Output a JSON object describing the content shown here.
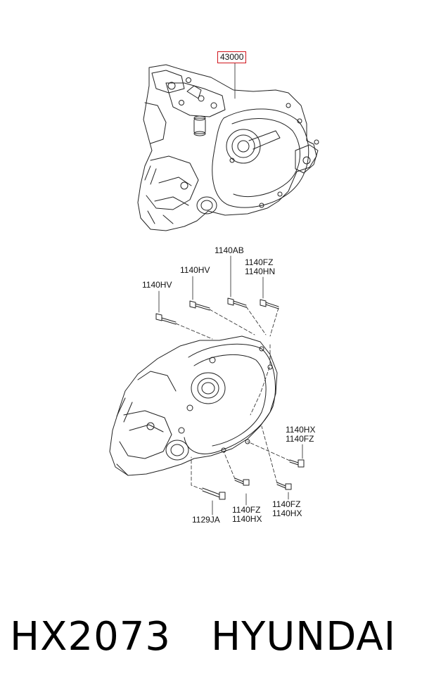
{
  "callouts": {
    "transaxle": "43000",
    "bolt_hv_left": "1140HV",
    "bolt_hv_mid": "1140HV",
    "bolt_ab": "1140AB",
    "bolt_fz_top": "1140FZ",
    "bolt_hn": "1140HN",
    "bolt_hx_right": "1140HX",
    "bolt_fz_right": "1140FZ",
    "bolt_fz_b1": "1140FZ",
    "bolt_hx_b1": "1140HX",
    "bolt_fz_b2": "1140FZ",
    "bolt_hx_b2": "1140HX",
    "bolt_ja": "1129JA"
  },
  "footer": {
    "part_number": "HX2073",
    "brand": "HYUNDAI"
  },
  "colors": {
    "highlight_box": "#d0141c",
    "linework": "#222222"
  }
}
